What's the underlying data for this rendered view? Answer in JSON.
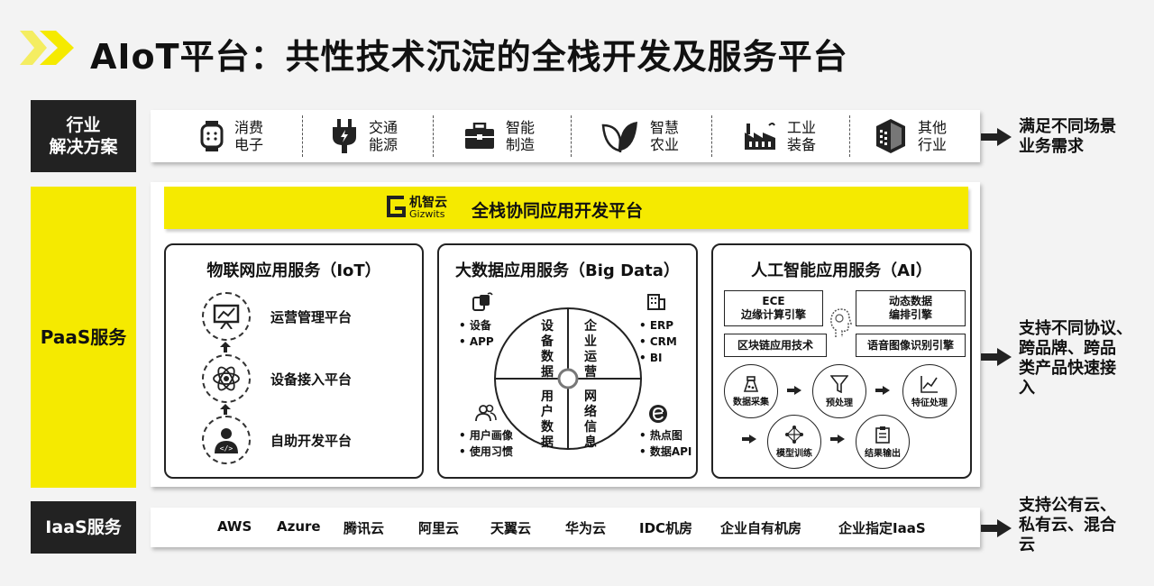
{
  "title": "AIoT平台：共性技术沉淀的全栈开发及服务平台",
  "rows": {
    "industry_tag": "行业\n解决方案",
    "paas_tag": "PaaS服务",
    "iaas_tag": "IaaS服务"
  },
  "industries": [
    {
      "label": "消费\n电子",
      "icon": "smartwatch-icon"
    },
    {
      "label": "交通\n能源",
      "icon": "plug-icon"
    },
    {
      "label": "智能\n制造",
      "icon": "briefcase-icon"
    },
    {
      "label": "智慧\n农业",
      "icon": "leaf-icon"
    },
    {
      "label": "工业\n装备",
      "icon": "factory-icon"
    },
    {
      "label": "其他\n行业",
      "icon": "building-icon"
    }
  ],
  "notes": {
    "industry": "满足不同场景\n业务需求",
    "paas": "支持不同协议、\n跨品牌、跨品\n类产品快速接\n入",
    "iaas": "支持公有云、\n私有云、混合\n云"
  },
  "platform": {
    "logo_cn": "机智云",
    "logo_en": "Gizwits",
    "name": "全栈协同应用开发平台"
  },
  "iot": {
    "title": "物联网应用服务（IoT）",
    "items": [
      "运营管理平台",
      "设备接入平台",
      "自助开发平台"
    ]
  },
  "bigdata": {
    "title": "大数据应用服务（Big Data）",
    "quadrants": [
      "设备数据",
      "企业运营",
      "用户数据",
      "网络信息"
    ],
    "tl_list": [
      "• 设备",
      "• APP"
    ],
    "tr_list": [
      "• ERP",
      "• CRM",
      "• BI"
    ],
    "bl_list": [
      "• 用户画像",
      "• 使用习惯"
    ],
    "br_list": [
      "• 热点图",
      "• 数据API"
    ]
  },
  "ai": {
    "title": "人工智能应用服务（AI）",
    "engines": [
      "ECE\n边缘计算引擎",
      "动态数据\n编排引擎",
      "区块链应用技术",
      "语音图像识别引擎"
    ],
    "pipeline": [
      "数据采集",
      "预处理",
      "特征处理",
      "模型训练",
      "结果输出"
    ]
  },
  "iaas": [
    "AWS",
    "Azure",
    "腾讯云",
    "阿里云",
    "天翼云",
    "华为云",
    "IDC机房",
    "企业自有机房",
    "企业指定IaaS"
  ],
  "colors": {
    "accent": "#f5ea00",
    "dark": "#222222"
  }
}
